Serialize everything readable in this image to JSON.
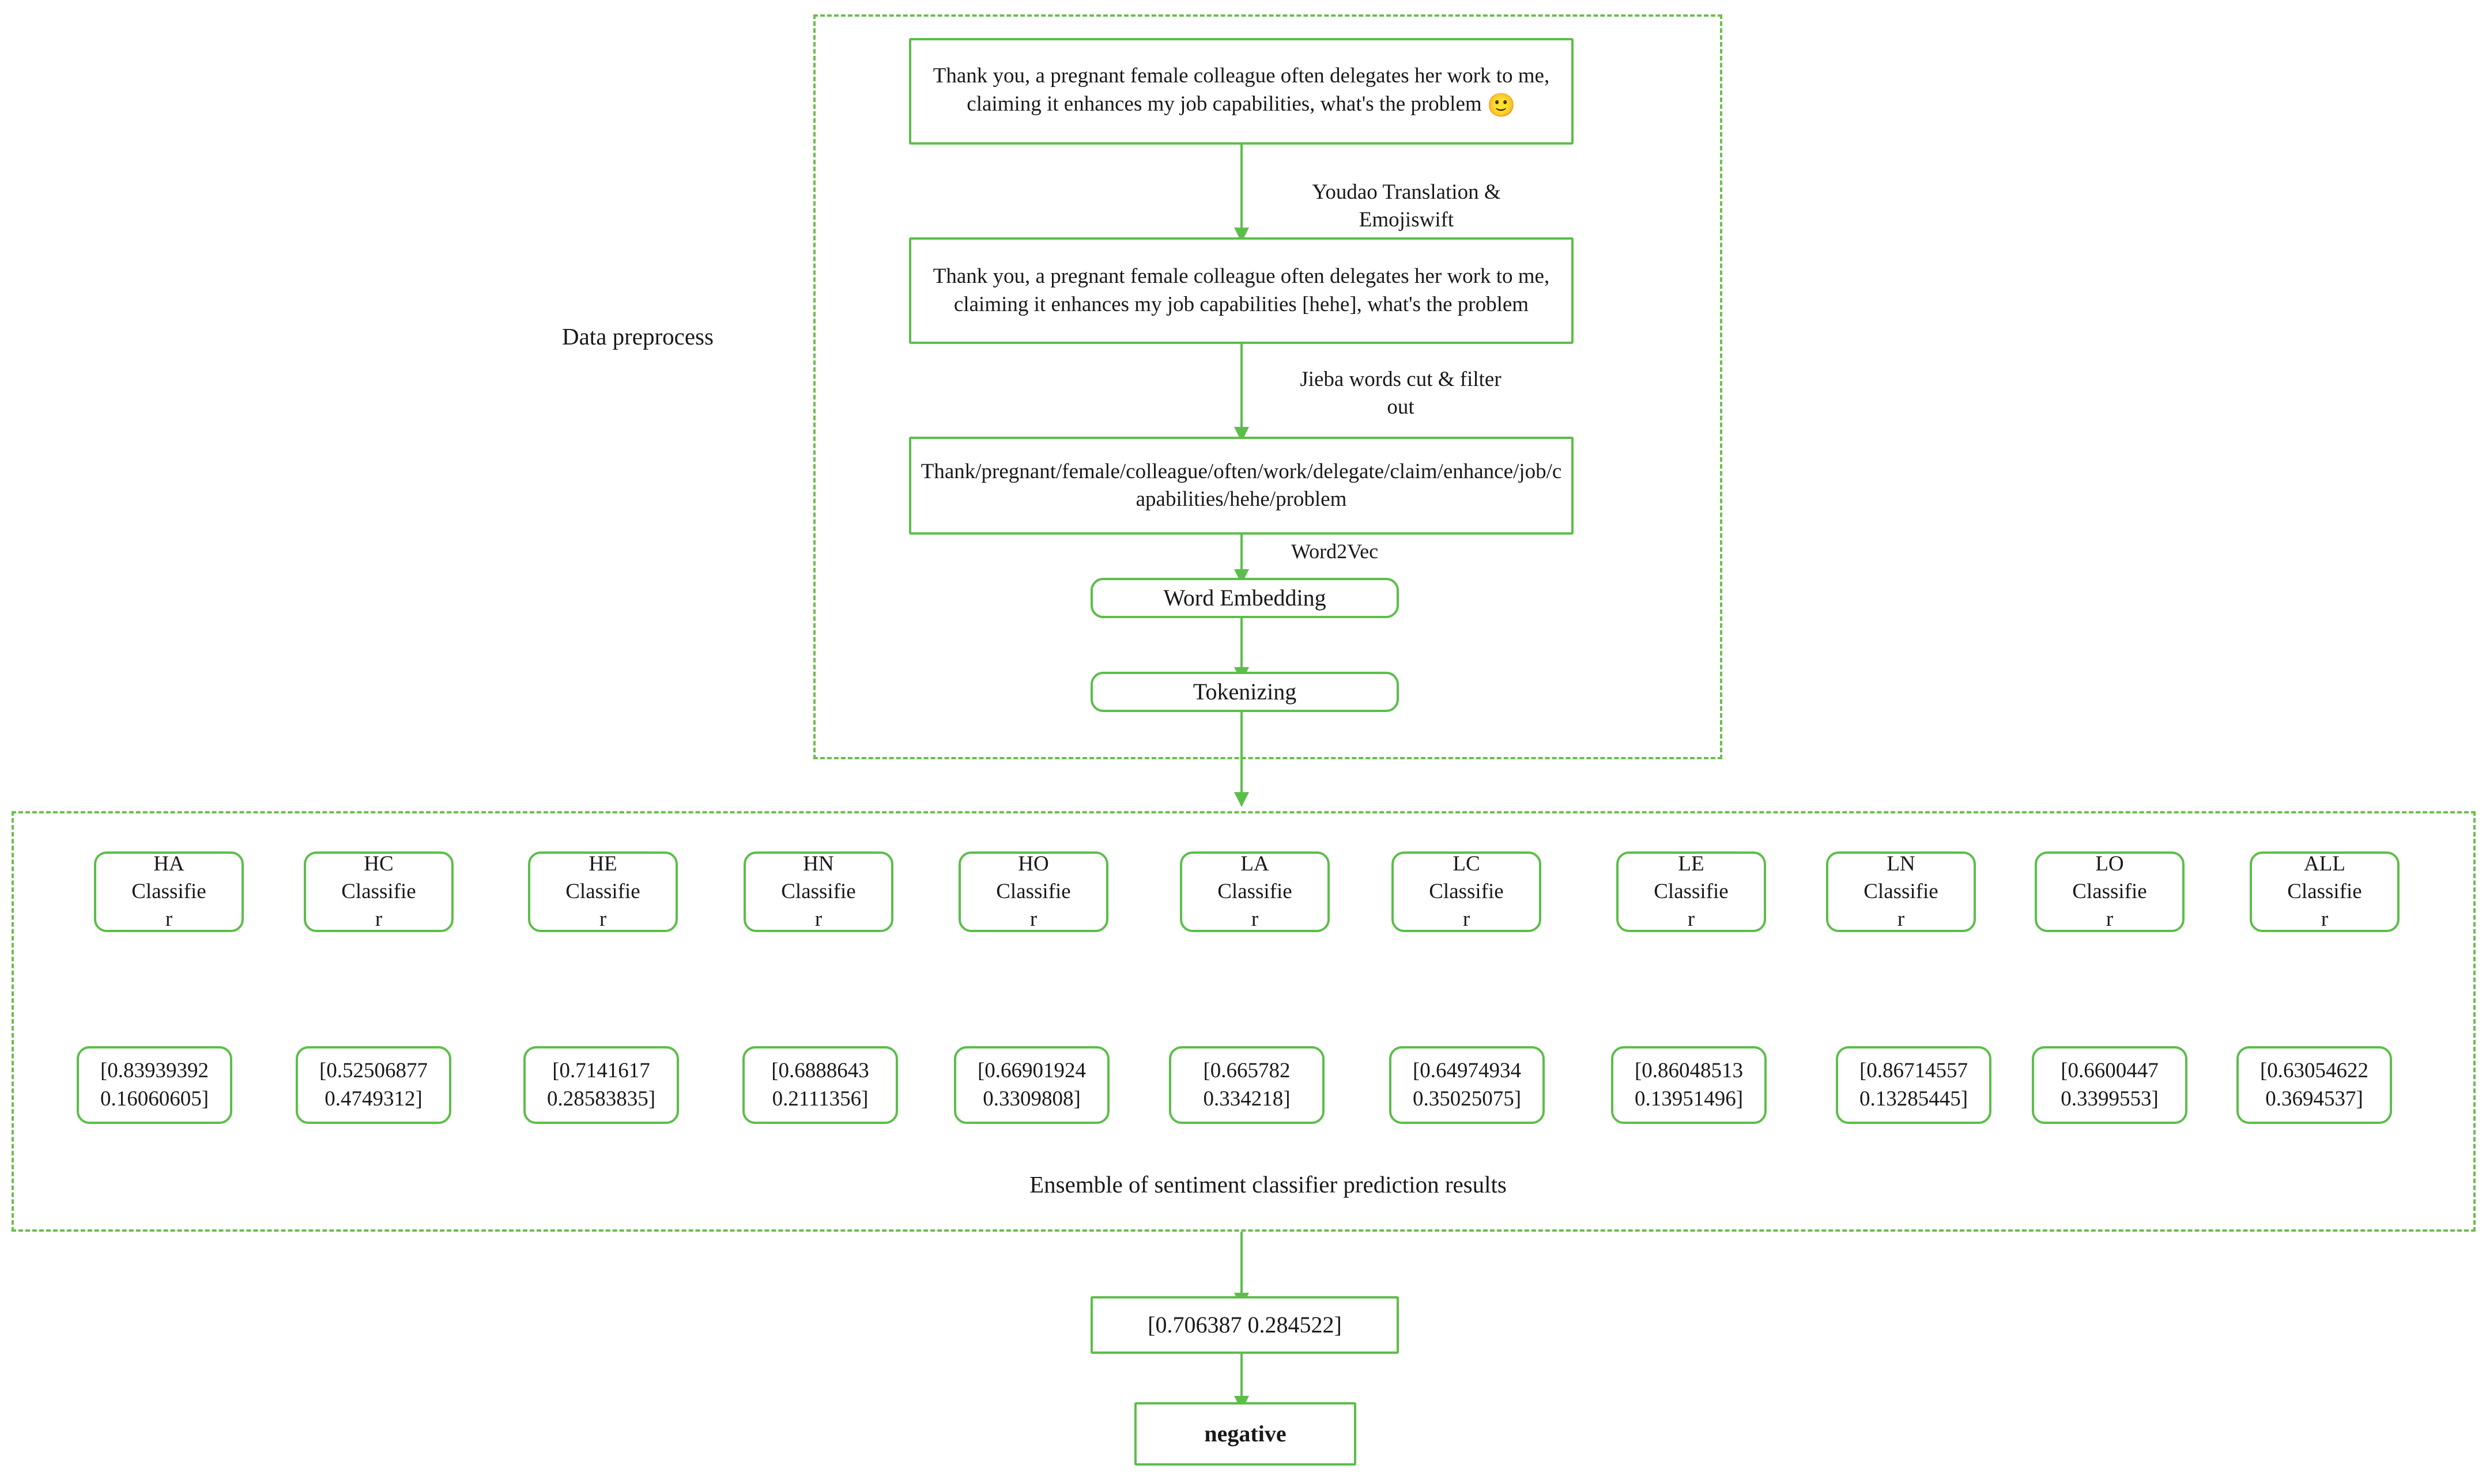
{
  "diagram": {
    "groups": {
      "preprocess_label": "Data preprocess",
      "ensemble_caption": "Ensemble of sentiment classifier prediction results"
    },
    "preprocess": {
      "original_text": "Thank you, a pregnant female colleague often delegates her work to me, claiming it enhances my job capabilities, what's the problem",
      "original_emoji": "🙂",
      "edge_1_label": "Youdao Translation &\nEmojiswift",
      "translated_text": "Thank you, a pregnant female colleague often delegates her work to me, claiming it enhances my job capabilities [hehe], what's the problem",
      "edge_2_label": "Jieba words cut & filter\nout",
      "segmented_text": "Thank/pregnant/female/colleague/often/work/delegate/claim/enhance/job/capabilities/hehe/problem",
      "edge_3_label": "Word2Vec",
      "word_embedding": "Word Embedding",
      "tokenizing": "Tokenizing"
    },
    "classifiers": [
      {
        "name": "HA",
        "role": "Classifie",
        "role_wrap": "r",
        "prediction_line1": "[0.83939392",
        "prediction_line2": "0.16060605]"
      },
      {
        "name": "HC",
        "role": "Classifie",
        "role_wrap": "r",
        "prediction_line1": "[0.52506877",
        "prediction_line2": "0.4749312]"
      },
      {
        "name": "HE",
        "role": "Classifie",
        "role_wrap": "r",
        "prediction_line1": "[0.7141617",
        "prediction_line2": "0.28583835]"
      },
      {
        "name": "HN",
        "role": "Classifie",
        "role_wrap": "r",
        "prediction_line1": "[0.6888643",
        "prediction_line2": "0.2111356]"
      },
      {
        "name": "HO",
        "role": "Classifie",
        "role_wrap": "r",
        "prediction_line1": "[0.66901924",
        "prediction_line2": "0.3309808]"
      },
      {
        "name": "LA",
        "role": "Classifie",
        "role_wrap": "r",
        "prediction_line1": "[0.665782",
        "prediction_line2": "0.334218]"
      },
      {
        "name": "LC",
        "role": "Classifie",
        "role_wrap": "r",
        "prediction_line1": "[0.64974934",
        "prediction_line2": "0.35025075]"
      },
      {
        "name": "LE",
        "role": "Classifie",
        "role_wrap": "r",
        "prediction_line1": "[0.86048513",
        "prediction_line2": "0.13951496]"
      },
      {
        "name": "LN",
        "role": "Classifie",
        "role_wrap": "r",
        "prediction_line1": "[0.86714557",
        "prediction_line2": "0.13285445]"
      },
      {
        "name": "LO",
        "role": "Classifie",
        "role_wrap": "r",
        "prediction_line1": "[0.6600447",
        "prediction_line2": "0.3399553]"
      },
      {
        "name": "ALL",
        "role": "Classifie",
        "role_wrap": "r",
        "prediction_line1": "[0.63054622",
        "prediction_line2": "0.3694537]"
      }
    ],
    "output": {
      "ensemble_vector": "[0.706387 0.284522]",
      "final_label": "negative"
    },
    "colors": {
      "node_border": "#5cbe4a",
      "group_border": "#6abf4b",
      "arrow": "#5cbe4a",
      "text": "#1a1a1a",
      "background": "#ffffff"
    }
  }
}
